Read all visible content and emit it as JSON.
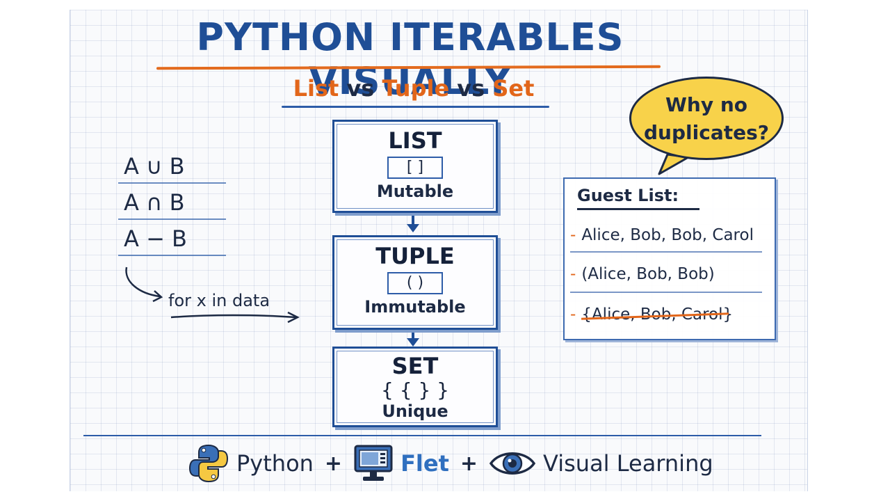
{
  "title": "PYTHON ITERABLES VISUALLY",
  "subtitle": {
    "part1": "List",
    "vs1": " vs ",
    "part2": "Tuple",
    "vs2": " vs ",
    "part3": "Set"
  },
  "set_ops": [
    "A ∪ B",
    "A ∩ B",
    "A − B"
  ],
  "loop": "for x in data",
  "boxes": {
    "list": {
      "name": "LIST",
      "brackets": "[ ]",
      "property": "Mutable"
    },
    "tuple": {
      "name": "TUPLE",
      "brackets": "( )",
      "property": "Immutable"
    },
    "set": {
      "name": "SET",
      "brackets": "{ { } }",
      "property": "Unique"
    }
  },
  "bubble": {
    "line1": "Why no",
    "line2": "duplicates?"
  },
  "guest_list": {
    "heading": "Guest List:",
    "rows": [
      "Alice, Bob, Bob, Carol",
      "(Alice, Bob, Bob)",
      "{Alice, Bob, Carol}"
    ]
  },
  "footer": {
    "python": "Python",
    "plus1": "+",
    "flet": "Flet",
    "plus2": "+",
    "visual": "Visual Learning"
  },
  "colors": {
    "primary_blue": "#1f4e96",
    "accent_orange": "#e2661a",
    "bubble_yellow": "#f8d24a"
  },
  "icons": [
    "python-logo-icon",
    "flet-monitor-icon",
    "eye-icon"
  ]
}
